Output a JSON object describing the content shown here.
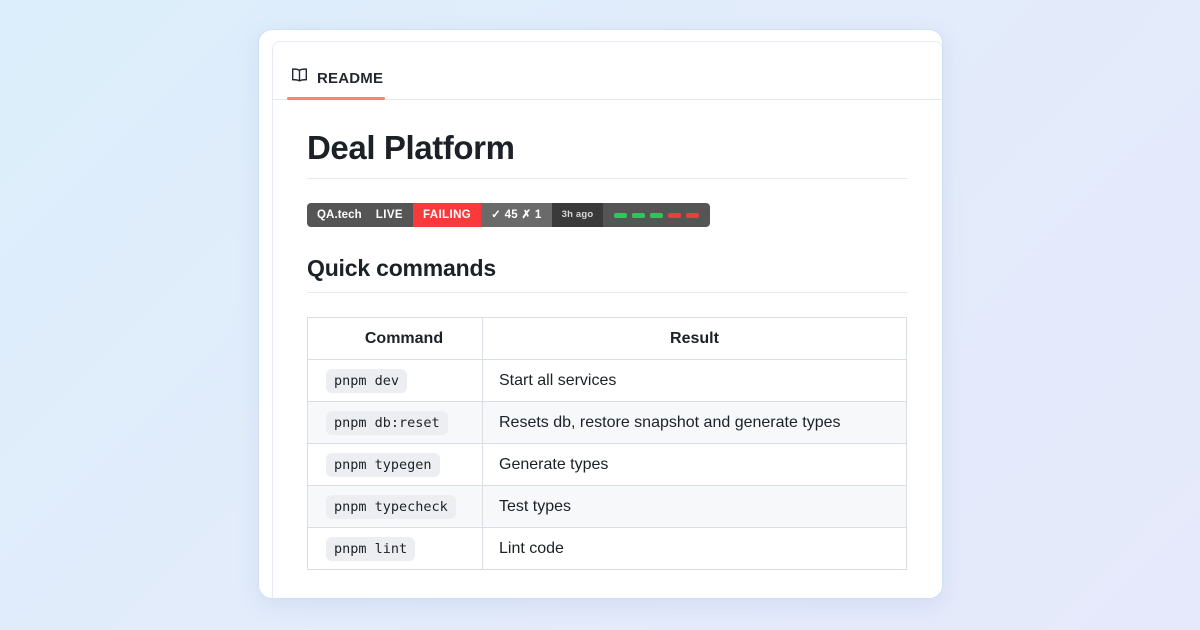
{
  "card": {
    "tabs": [
      {
        "label": "README",
        "icon": "book-icon",
        "active": true
      }
    ]
  },
  "document": {
    "title": "Deal Platform",
    "section_heading": "Quick commands",
    "badge": {
      "project": "QA.tech",
      "environment": "LIVE",
      "state": "FAILING",
      "passed_icon": "✓",
      "passed_count": "45",
      "failed_icon": "✗",
      "failed_count": "1",
      "counts_text": "✓ 45 ✗ 1",
      "timestamp": "3h ago",
      "sparkline": [
        "pass",
        "pass",
        "pass",
        "fail",
        "fail"
      ],
      "colors": {
        "dark": "#555555",
        "darker": "#3a3a3a",
        "mid": "#6a6a6a",
        "failing": "#fa3a3a",
        "pass_dash": "#2fc55c",
        "fail_dash": "#f23b3b"
      }
    },
    "table": {
      "headers": [
        "Command",
        "Result"
      ],
      "rows": [
        {
          "command": "pnpm dev",
          "result": "Start all services"
        },
        {
          "command": "pnpm db:reset",
          "result": "Resets db, restore snapshot and generate types"
        },
        {
          "command": "pnpm typegen",
          "result": "Generate types"
        },
        {
          "command": "pnpm typecheck",
          "result": "Test types"
        },
        {
          "command": "pnpm lint",
          "result": "Lint code"
        }
      ]
    }
  },
  "theme": {
    "accent": "#fa8268",
    "background_from": "#dceefb",
    "background_to": "#e6e9fb"
  }
}
